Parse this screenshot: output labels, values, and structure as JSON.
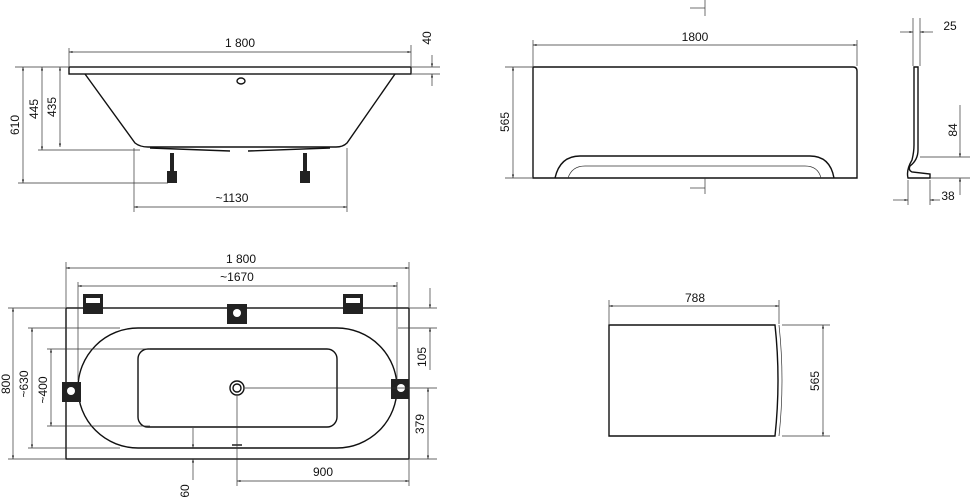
{
  "side_view": {
    "length": "1 800",
    "rim": "40",
    "height_total": "610",
    "height_445": "445",
    "height_435": "435",
    "feet_spacing": "~1130"
  },
  "front_panel": {
    "length": "1800",
    "height": "565"
  },
  "panel_profile": {
    "top": "25",
    "foot_height": "84",
    "foot_depth": "38"
  },
  "plan_view": {
    "length": "1 800",
    "inner_length": "~1670",
    "width": "800",
    "inner_width": "~630",
    "bottom_width": "~400",
    "offset_105": "105",
    "drain_379": "379",
    "drain_900": "900",
    "offset_60": "60"
  },
  "end_panel": {
    "width": "788",
    "height": "565"
  }
}
